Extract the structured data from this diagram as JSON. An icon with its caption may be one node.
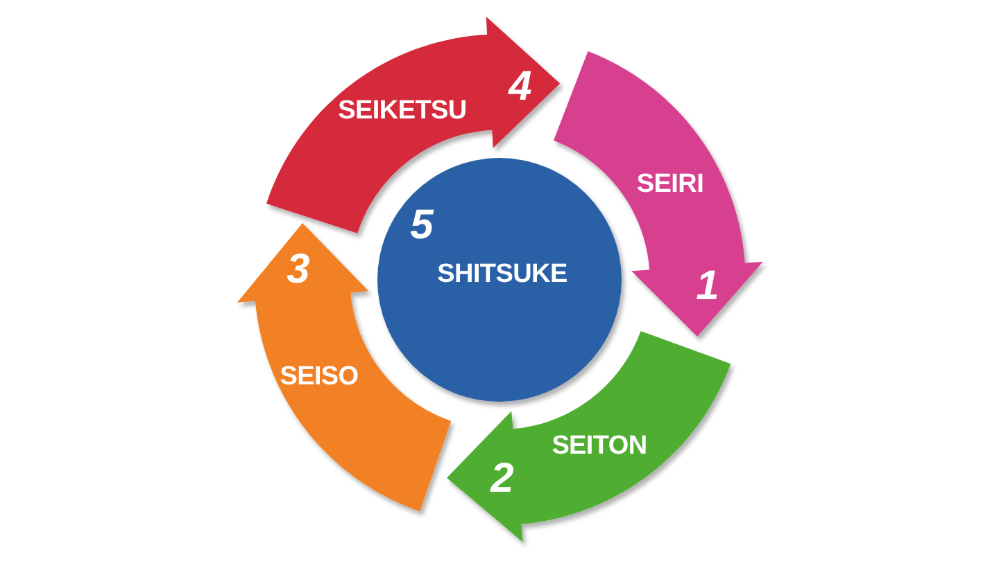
{
  "diagram": {
    "nodes": [
      {
        "text": [
          "SEIRI",
          "1"
        ]
      },
      {
        "text": [
          "SEITON",
          "2"
        ]
      },
      {
        "text": [
          "3",
          "SEISO"
        ]
      },
      {
        "text": [
          "SEIKETSU",
          "4"
        ]
      },
      {
        "text": [
          "5",
          "SHITSUKE"
        ]
      }
    ]
  }
}
